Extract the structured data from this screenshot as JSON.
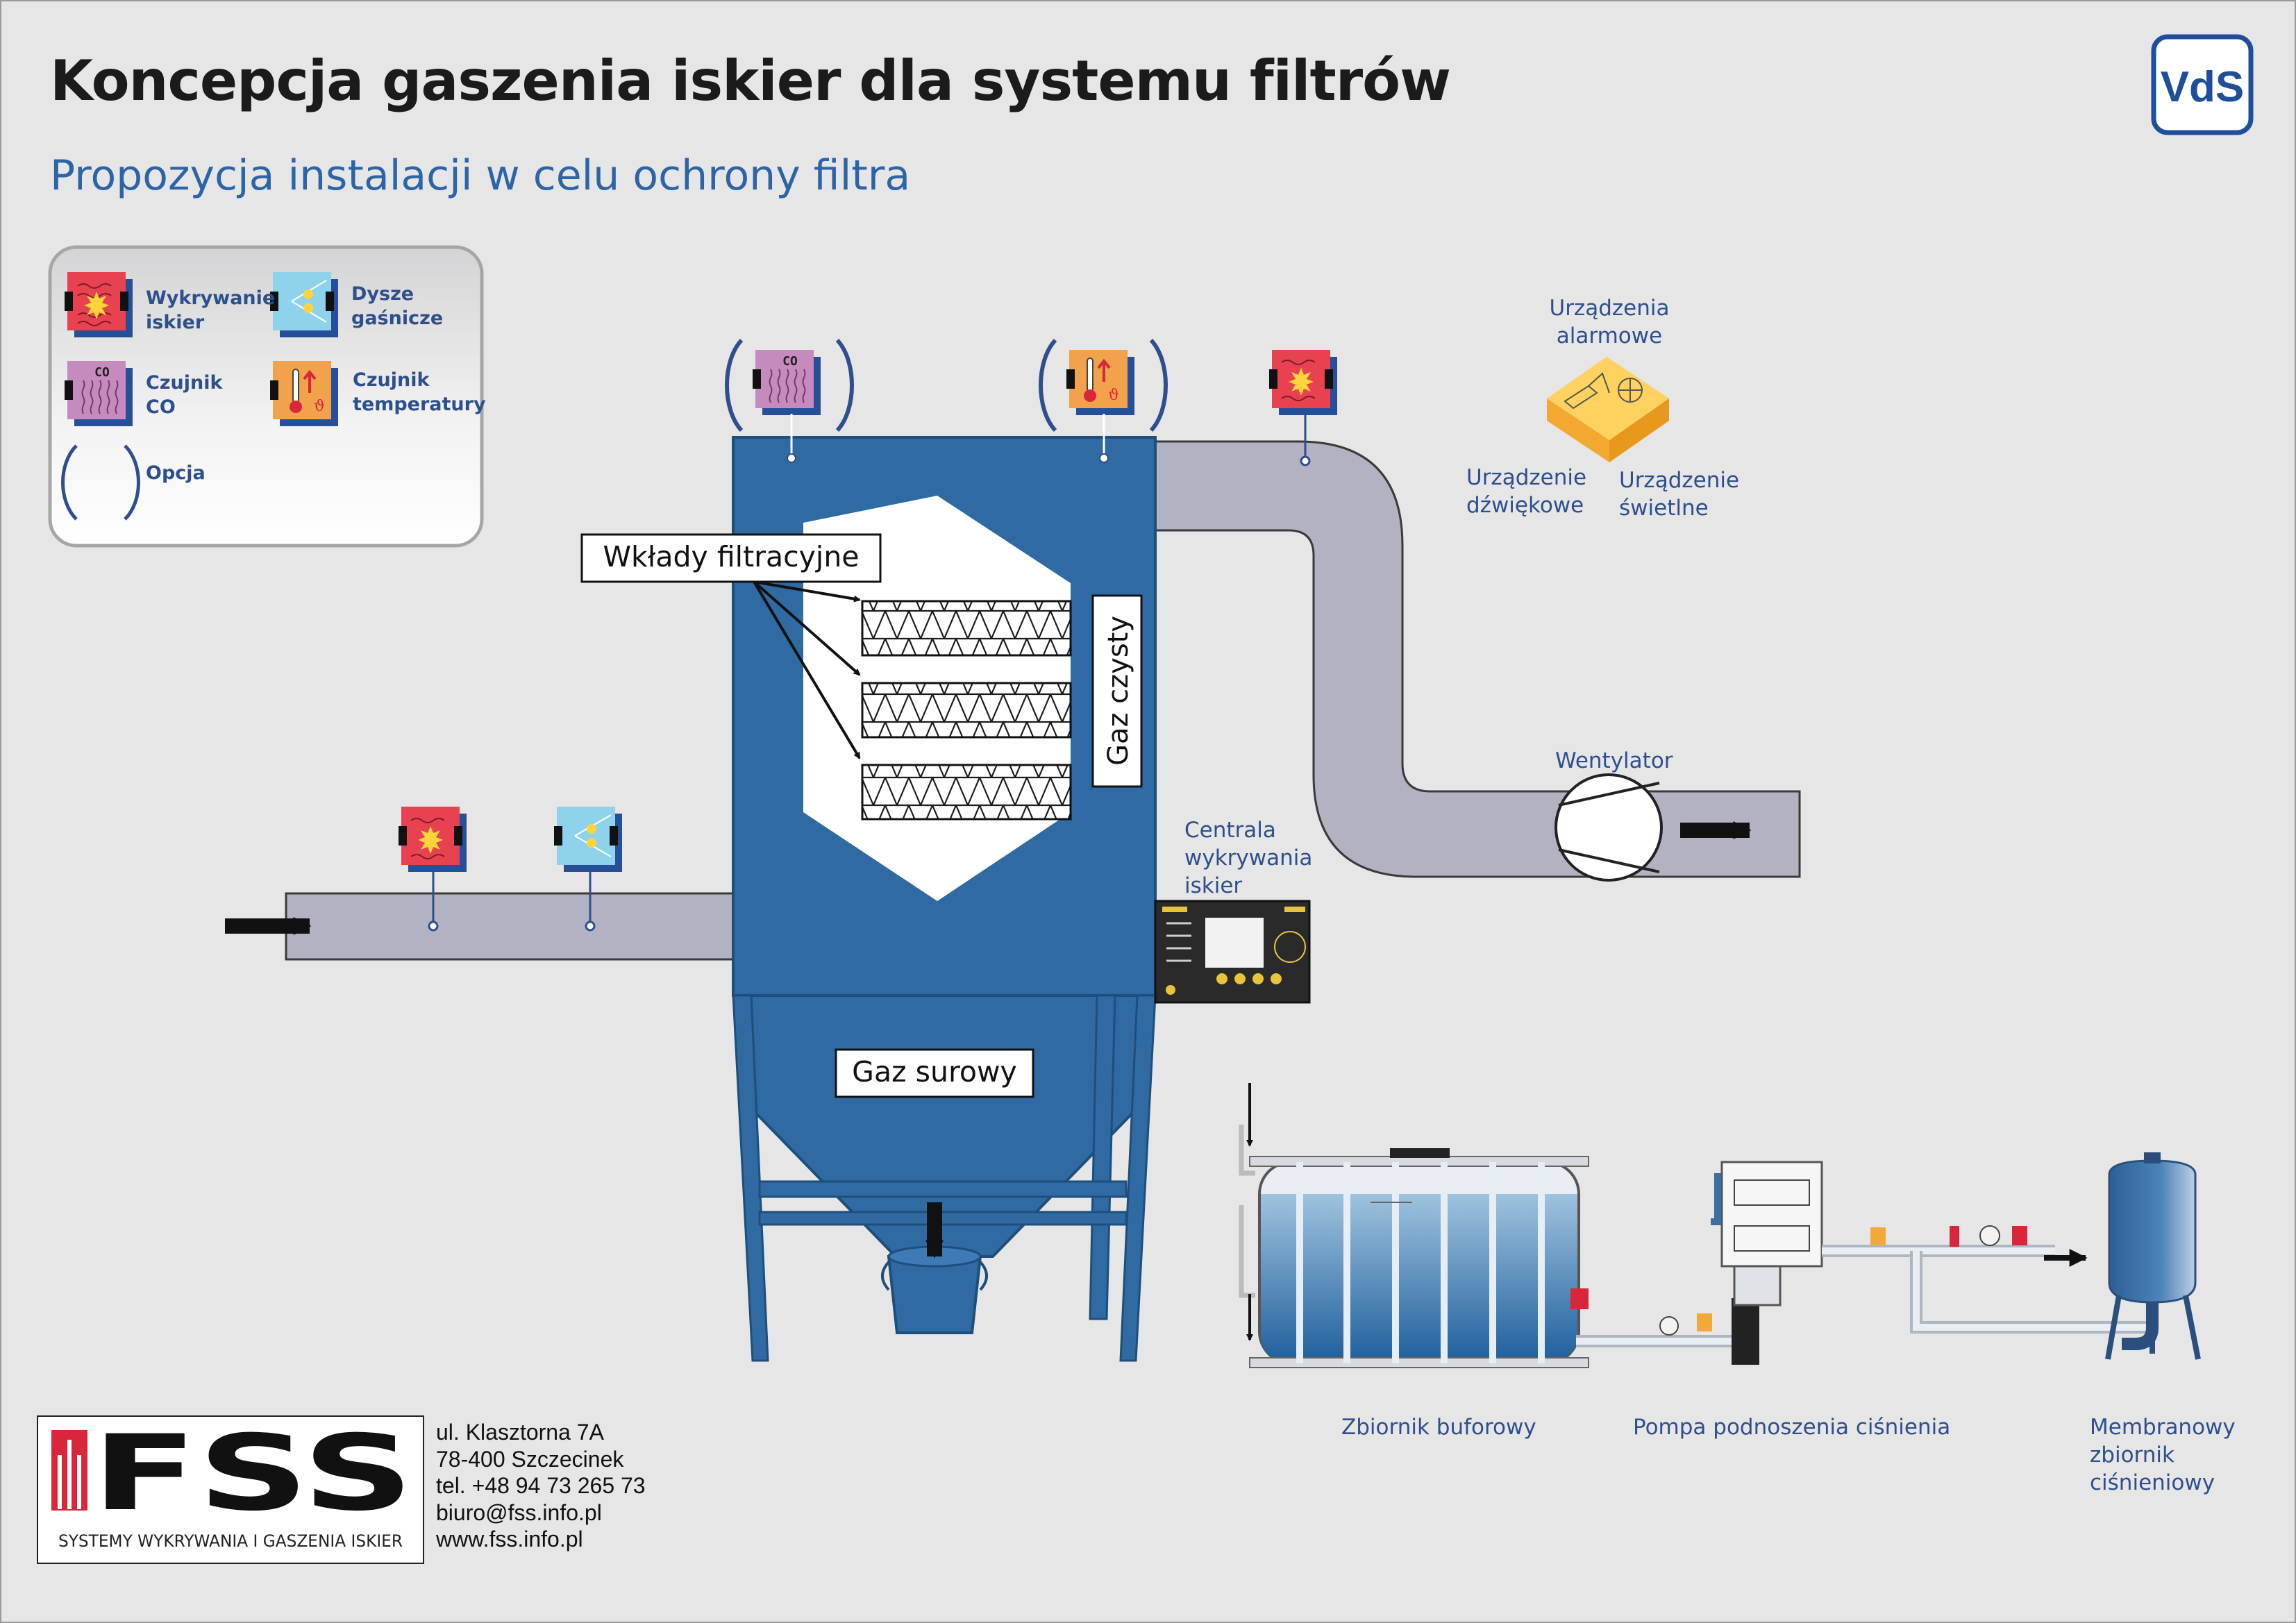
{
  "title": "Koncepcja gaszenia iskier dla systemu filtrów",
  "subtitle": "Propozycja instalacji w celu ochrony filtra",
  "badge": "VdS",
  "legend": {
    "spark_detection": "Wykrywanie iskier",
    "extinguishing_nozzles": "Dysze gaśnicze",
    "co_sensor": "Czujnik CO",
    "temperature_sensor": "Czujnik temperatury",
    "option": "Opcja",
    "co_mark": "CO"
  },
  "labels": {
    "filter_cartridges": "Wkłady filtracyjne",
    "clean_gas": "Gaz czysty",
    "raw_gas": "Gaz surowy",
    "alarm_devices": "Urządzenia alarmowe",
    "sound_device": "Urządzenie dźwiękowe",
    "light_device": "Urządzenie świetlne",
    "fan": "Wentylator",
    "control_unit": "Centrala wykrywania iskier",
    "buffer_tank": "Zbiornik buforowy",
    "booster_pump": "Pompa podnoszenia ciśnienia",
    "membrane_tank": "Membranowy zbiornik ciśnieniowy"
  },
  "company": {
    "logo_text": "FSS",
    "tagline": "SYSTEMY WYKRYWANIA I GASZENIA ISKIER",
    "address_line1": "ul. Klasztorna 7A",
    "address_line2": "78-400 Szczecinek",
    "phone": "tel. +48 94 73 265 73",
    "email": "biuro@fss.info.pl",
    "website": "www.fss.info.pl"
  },
  "colors": {
    "filter_blue": "#2f6aa3",
    "duct_grey": "#b3b2c3",
    "text_blue": "#2d4f8c",
    "spark_red": "#e84250",
    "nozzle_cyan": "#8ed2ec",
    "co_purple": "#c58bbd",
    "temp_orange": "#f2a24a"
  }
}
